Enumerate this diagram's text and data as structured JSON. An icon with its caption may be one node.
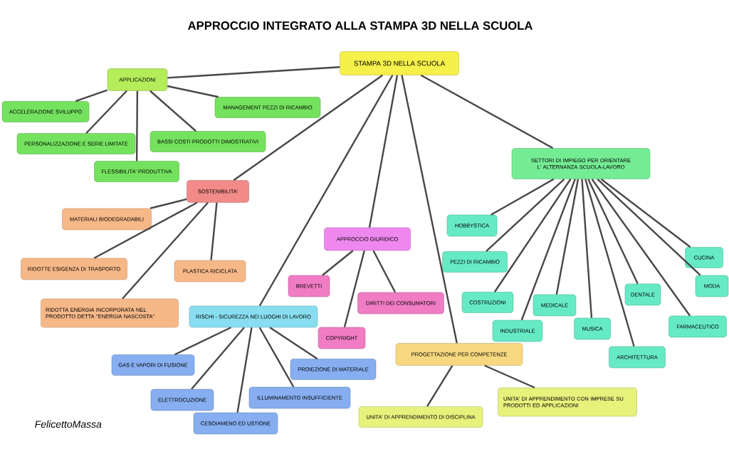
{
  "diagram": {
    "title": "APPROCCIO INTEGRATO ALLA STAMPA 3D NELLA SCUOLA",
    "nodes": [
      {
        "text": [
          "STAMPA 3D NELLA SCUOLA"
        ]
      },
      {
        "text": [
          "APPLICAZIONI"
        ]
      },
      {
        "text": [
          "ACCELERAZIONE SVILUPPO"
        ]
      },
      {
        "text": [
          "MANAGEMENT PEZZI DI RICAMBIO"
        ]
      },
      {
        "text": [
          "PERSONALIZZAZIONE E SERIE LIMITATE"
        ]
      },
      {
        "text": [
          "BASSI COSTI PRODOTTI DIMOSTRATIVI"
        ]
      },
      {
        "text": [
          "FLESSIBILITA' PRODUTTIVA"
        ]
      },
      {
        "text": [
          "SOSTENIBILITA'"
        ]
      },
      {
        "text": [
          "MATERIALI BIODEGRADABILI"
        ]
      },
      {
        "text": [
          "RIDOTTE ESIGENZA DI TRASPORTO"
        ]
      },
      {
        "text": [
          "PLASTICA RICICLATA"
        ]
      },
      {
        "text": [
          "RIDOTTA ENERGIA INCORPORATA NEL PRODOTTO DETTA \"ENERGIA NASCOSTA\""
        ]
      },
      {
        "text": [
          "APPROCCIO GIURIDICO"
        ]
      },
      {
        "text": [
          "BREVETTI"
        ]
      },
      {
        "text": [
          "DIRITTI DEI CONSUMATORI"
        ]
      },
      {
        "text": [
          "COPYRIGHT"
        ]
      },
      {
        "text": [
          "RISCHI - SICUREZZA NEI LUOGHI DI LAVORO"
        ]
      },
      {
        "text": [
          "GAS E VAPORI DI FUSIONE"
        ]
      },
      {
        "text": [
          "PROIEZIONE DI MATERIALE"
        ]
      },
      {
        "text": [
          "ELETTROCUZIONE"
        ]
      },
      {
        "text": [
          "ILLUMINAMENTO INSUFFICIENTE"
        ]
      },
      {
        "text": [
          "CESOIAMENO ED USTIONE"
        ]
      },
      {
        "text": [
          "PROGETTAZIONE PER COMPETENZE"
        ]
      },
      {
        "text": [
          "UNITA' DI APPRENDIMENTO DI DISCIPLINA"
        ]
      },
      {
        "text": [
          "UNITA' DI APPRENDIMENTO CON IMPRESE SU PRODOTTI ED APPLICAZIONI"
        ]
      },
      {
        "text": [
          "SETTORI DI IMPIEGO PER ORIENTARE L' ALTERNANZA SCUOLA-LAVORO"
        ]
      },
      {
        "text": [
          "HOBBYSTICA"
        ]
      },
      {
        "text": [
          "PEZZI DI RICAMBIO"
        ]
      },
      {
        "text": [
          "COSTRUZIONI"
        ]
      },
      {
        "text": [
          "MEDICALE"
        ]
      },
      {
        "text": [
          "INDUSTRIALE"
        ]
      },
      {
        "text": [
          "MUSICA"
        ]
      },
      {
        "text": [
          "ARCHITETTURA"
        ]
      },
      {
        "text": [
          "DENTALE"
        ]
      },
      {
        "text": [
          "FARMACEUTICO"
        ]
      },
      {
        "text": [
          "CUCINA"
        ]
      },
      {
        "text": [
          "MODA"
        ]
      }
    ],
    "edges": [
      {
        "from": 0,
        "to": 1,
        "arrow": "none"
      },
      {
        "from": 0,
        "to": 7,
        "arrow": "none"
      },
      {
        "from": 0,
        "to": 12,
        "arrow": "none"
      },
      {
        "from": 0,
        "to": 16,
        "arrow": "none"
      },
      {
        "from": 0,
        "to": 22,
        "arrow": "none"
      },
      {
        "from": 0,
        "to": 25,
        "arrow": "none"
      },
      {
        "from": 1,
        "to": 2,
        "arrow": "none"
      },
      {
        "from": 1,
        "to": 3,
        "arrow": "none"
      },
      {
        "from": 1,
        "to": 4,
        "arrow": "none"
      },
      {
        "from": 1,
        "to": 5,
        "arrow": "none"
      },
      {
        "from": 1,
        "to": 6,
        "arrow": "none"
      },
      {
        "from": 7,
        "to": 8,
        "arrow": "none"
      },
      {
        "from": 7,
        "to": 9,
        "arrow": "none"
      },
      {
        "from": 7,
        "to": 10,
        "arrow": "none"
      },
      {
        "from": 7,
        "to": 11,
        "arrow": "none"
      },
      {
        "from": 12,
        "to": 13,
        "arrow": "none"
      },
      {
        "from": 12,
        "to": 14,
        "arrow": "none"
      },
      {
        "from": 12,
        "to": 15,
        "arrow": "none"
      },
      {
        "from": 16,
        "to": 17,
        "arrow": "none"
      },
      {
        "from": 16,
        "to": 18,
        "arrow": "none"
      },
      {
        "from": 16,
        "to": 19,
        "arrow": "none"
      },
      {
        "from": 16,
        "to": 20,
        "arrow": "none"
      },
      {
        "from": 16,
        "to": 21,
        "arrow": "none"
      },
      {
        "from": 22,
        "to": 23,
        "arrow": "none"
      },
      {
        "from": 22,
        "to": 24,
        "arrow": "none"
      },
      {
        "from": 25,
        "to": 26,
        "arrow": "none"
      },
      {
        "from": 25,
        "to": 27,
        "arrow": "none"
      },
      {
        "from": 25,
        "to": 28,
        "arrow": "none"
      },
      {
        "from": 25,
        "to": 29,
        "arrow": "none"
      },
      {
        "from": 25,
        "to": 30,
        "arrow": "none"
      },
      {
        "from": 25,
        "to": 31,
        "arrow": "none"
      },
      {
        "from": 25,
        "to": 32,
        "arrow": "none"
      },
      {
        "from": 25,
        "to": 33,
        "arrow": "none"
      },
      {
        "from": 25,
        "to": 34,
        "arrow": "none"
      },
      {
        "from": 25,
        "to": 35,
        "arrow": "none"
      },
      {
        "from": 25,
        "to": 36,
        "arrow": "none"
      }
    ],
    "labels": [
      "FelicettoMassa"
    ]
  }
}
